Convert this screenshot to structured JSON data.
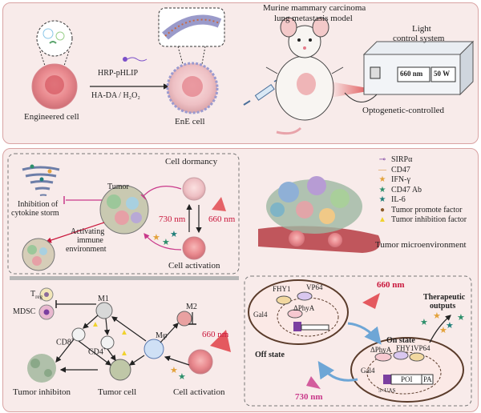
{
  "top": {
    "engineered_cell": "Engineered cell",
    "reagent_top": "HRP-pHLIP",
    "reagent_bottom": "HA-DA / H₂O₂",
    "ene_cell": "EnE cell",
    "model_line1": "Murine mammary carcinoma",
    "model_line2": "lung metastasis model",
    "light_line1": "Light",
    "light_line2": "control system",
    "nm_display": "660 nm",
    "w_display": "50 W",
    "optogenetic": "Optogenetic-controlled"
  },
  "left_top": {
    "cell_dormancy": "Cell dormancy",
    "tumor": "Tumor",
    "inhibition_line1": "Inhibition of",
    "inhibition_line2": "cytokine storm",
    "activating_line1": "Activating",
    "activating_line2": "immune",
    "activating_line3": "environment",
    "nm730": "730 nm",
    "nm660": "660 nm",
    "cell_activation": "Cell activation"
  },
  "legend": {
    "items": [
      {
        "label": "SIRPα",
        "color": "#7b3fa0",
        "icon": "receptor-icon"
      },
      {
        "label": "CD47",
        "color": "#d98a2c",
        "icon": "ligand-icon"
      },
      {
        "label": "IFN-γ",
        "color": "#e3a23b",
        "icon": "star-icon"
      },
      {
        "label": "CD47 Ab",
        "color": "#2d8f6b",
        "icon": "star-icon"
      },
      {
        "label": "IL-6",
        "color": "#1f7f7a",
        "icon": "star-icon"
      },
      {
        "label": "Tumor promote factor",
        "color": "#8a5a2b",
        "icon": "dot-icon"
      },
      {
        "label": "Tumor inhibition factor",
        "color": "#f0d22d",
        "icon": "triangle-icon"
      }
    ],
    "microenv": "Tumor microenvironment"
  },
  "left_bottom": {
    "treg": "T",
    "treg_sub": "reg",
    "mdsc": "MDSC",
    "m1": "M1",
    "m2": "M2",
    "cd8": "CD8",
    "cd8_sup": "+",
    "cd4": "CD4",
    "cd4_sup": "+",
    "mphi": "Mφ",
    "nm660": "660 nm",
    "tumor_inhibition": "Tumor inhibiton",
    "tumor_cell": "Tumor cell",
    "cell_activation": "Cell activation"
  },
  "right_bottom": {
    "fhy1_off": "FHY1",
    "vp64_off": "VP64",
    "gal4_off": "Gal4",
    "phya_off": "ΔPhyA",
    "nm660": "660 nm",
    "therapeutic_line1": "Therapeutic",
    "therapeutic_line2": "outputs",
    "on_state": "On state",
    "off_state": "Off state",
    "nm730": "730 nm",
    "phya_on": "ΔPhyA",
    "fhy1_on": "FHY1",
    "vp64_on": "VP64",
    "gal4_on": "Gal4",
    "poi": "POI",
    "pa": "PA",
    "uas": "5×UAS"
  }
}
